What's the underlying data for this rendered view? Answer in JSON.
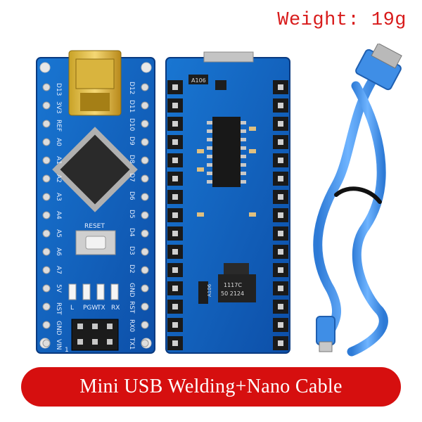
{
  "header": {
    "weight_text": "Weight: 19g"
  },
  "banner": {
    "text": "Mini USB Welding+Nano Cable"
  },
  "board_front": {
    "left_pin_labels": [
      "D13",
      "3V3",
      "REF",
      "A0",
      "A1",
      "A2",
      "A3",
      "A4",
      "A5",
      "A6",
      "A7",
      "5V",
      "RST",
      "GND",
      "VIN"
    ],
    "right_pin_labels": [
      "D12",
      "D11",
      "D10",
      "D9",
      "D8",
      "D7",
      "D6",
      "D5",
      "D4",
      "D3",
      "D2",
      "GND",
      "RST",
      "RX0",
      "TX1"
    ],
    "reset_label": "RESET",
    "led_labels": [
      "L",
      "PGW",
      "TX",
      "RX"
    ],
    "icsp_pin1_label": "1"
  },
  "board_back": {
    "chip_label": "A106",
    "regulator_label_line1": "1117C",
    "regulator_label_line2": "50 2124",
    "small_label": "A106"
  },
  "colors": {
    "pcb": "#1565c0",
    "pcb_dark": "#0d47a1",
    "banner": "#d60f0f",
    "weight_text": "#d81b1b",
    "cable": "#3d8fe0"
  }
}
